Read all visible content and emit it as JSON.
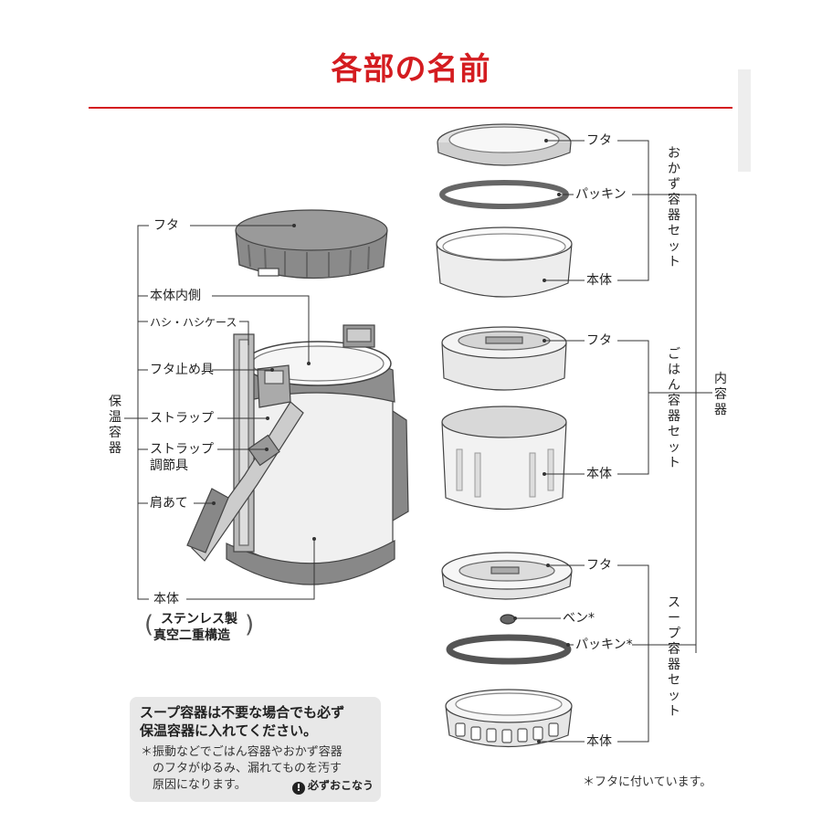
{
  "title": "各部の名前",
  "thermal": {
    "group_label": "保温容器",
    "lid": "フタ",
    "inner": "本体内側",
    "chopsticks": "ハシ・ハシケース",
    "lid_clip": "フタ止め具",
    "strap": "ストラップ",
    "strap_adjuster_1": "ストラップ",
    "strap_adjuster_2": "調節具",
    "shoulder_pad": "肩あて",
    "body": "本体",
    "body_note_1": "ステンレス製",
    "body_note_2": "真空二重構造"
  },
  "okazu": {
    "set_label": "おかず容器セット",
    "lid": "フタ",
    "packing": "パッキン",
    "body": "本体"
  },
  "gohan": {
    "set_label": "ごはん容器セット",
    "lid": "フタ",
    "body": "本体"
  },
  "soup": {
    "set_label": "スープ容器セット",
    "lid": "フタ",
    "valve": "ベン*",
    "packing": "パッキン*",
    "body": "本体"
  },
  "inner_group_label": "内容器",
  "note": {
    "main_1": "スープ容器は不要な場合でも必ず",
    "main_2": "保温容器に入れてください。",
    "sub_1": "＊振動などでごはん容器やおかず容器",
    "sub_2": "　のフタがゆるみ、漏れてものを汚す",
    "sub_3": "　原因になります。",
    "must_label": "必ずおこなう",
    "must_icon": "!"
  },
  "footnote": "＊フタに付いています。",
  "colors": {
    "accent": "#d41c20",
    "line": "#333333",
    "gray_dark": "#8a8a8a",
    "gray_mid": "#b5b5b5",
    "gray_light": "#e6e6e6"
  }
}
